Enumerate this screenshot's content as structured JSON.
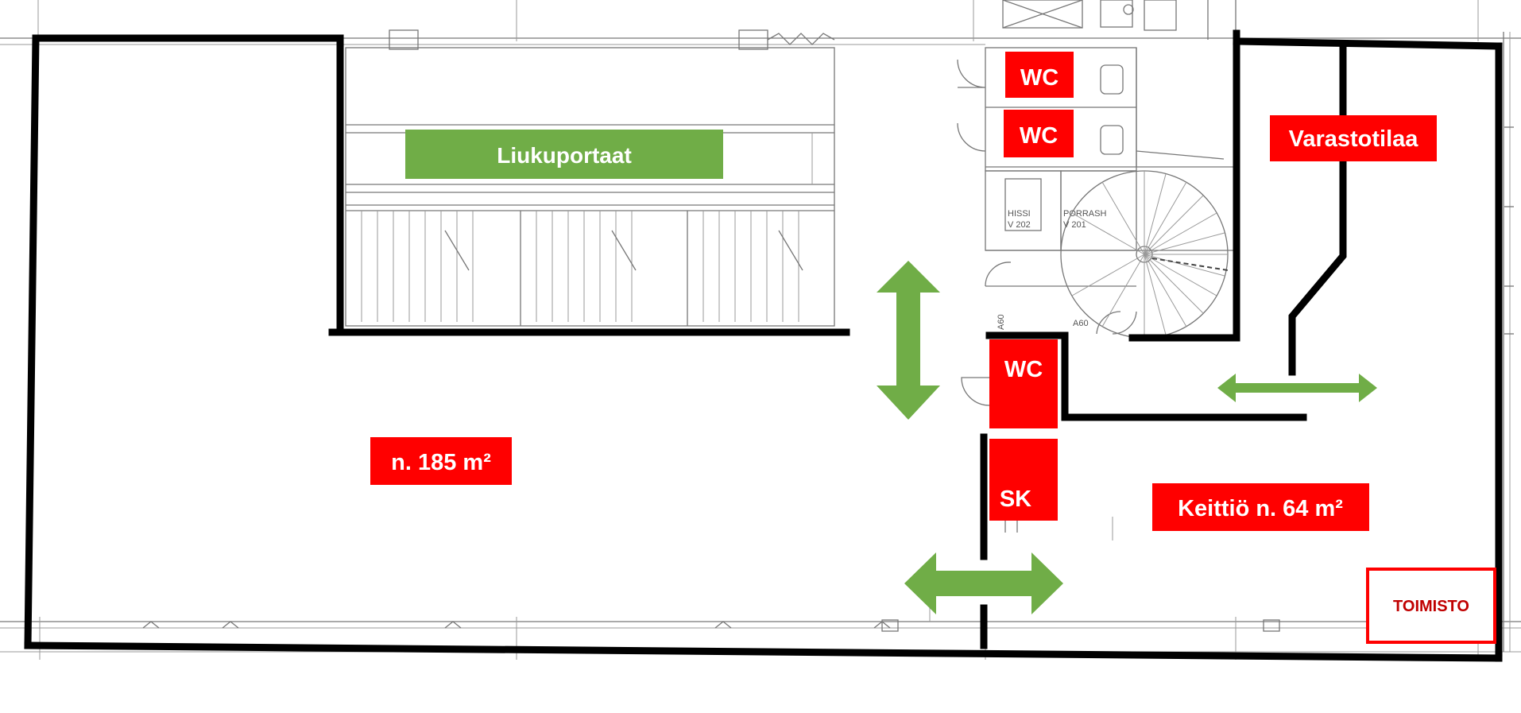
{
  "labels": {
    "escalators": "Liukuportaat",
    "wc_top": "WC",
    "wc_second": "WC",
    "wc_lower": "WC",
    "sk": "SK",
    "storage": "Varastotilaa",
    "main_area": "n. 185 m²",
    "kitchen": "Keittiö n. 64 m²",
    "office": "TOIMISTO"
  },
  "drawing_text": {
    "lift": "HISSI",
    "lift_code": "V 202",
    "lobby": "PORRASH",
    "lobby_code": "V 201",
    "a60_left": "A60",
    "a60_right": "A60"
  },
  "colors": {
    "label_red": "#ff0000",
    "label_green": "#70ad47",
    "arrow_green": "#70ad47",
    "wall": "#000000",
    "office_border": "#ff0000"
  },
  "icons": {
    "arrows": [
      "vertical-double-arrow",
      "horizontal-double-arrow",
      "horizontal-double-arrow"
    ]
  }
}
